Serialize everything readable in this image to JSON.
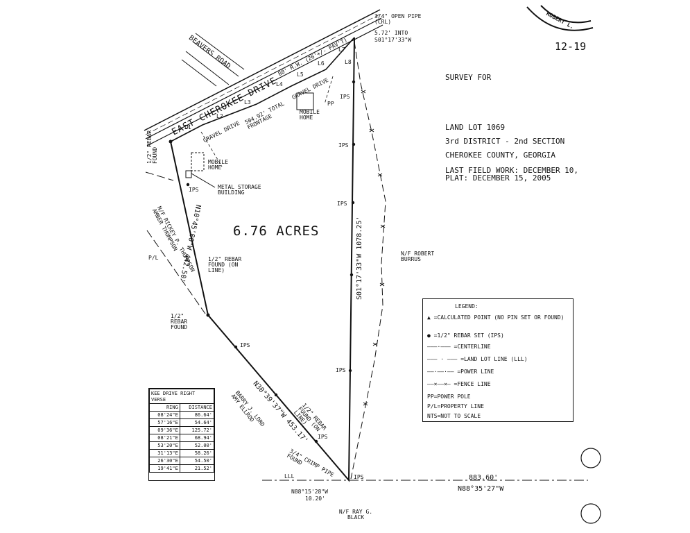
{
  "title_block": {
    "survey_for": "SURVEY FOR",
    "land_lot": "LAND LOT 1069",
    "district": "3rd DISTRICT - 2nd SECTION",
    "county": "CHEROKEE COUNTY, GEORGIA",
    "field_work": "LAST FIELD WORK: DECEMBER 10,",
    "plat_date": "PLAT: DECEMBER 15, 2005",
    "page_ref": "12-19",
    "seal_text": "ROBERT L."
  },
  "labels": {
    "road": "EAST CHEROKEE DRIVE",
    "row": "80' R.W. (26'+/- PAV'T)",
    "beavers": "BEAVERS ROAD",
    "acres": "6.76 ACRES",
    "frontage": "504.92' TOTAL FRONTAGE",
    "gravel_drive_1": "GRAVEL DRIVE",
    "gravel_drive_2": "GRAVEL DRIVE",
    "mobile_home_1": "MOBILE HOME",
    "mobile_home_2": "MOBILE HOME",
    "metal_storage": "METAL STORAGE BUILDING",
    "open_pipe": "3/4\" OPEN PIPE (CRL)",
    "intd": "5.72' INTO",
    "top_bearing": "S01°17'33\"W",
    "east_bearing": "S01°17'33\"W 1078.25'",
    "west_line": "N10°45'00\"W 442.50'",
    "se_line": "N30°39'37\"W 453.17'",
    "south_bearing": "N88°15'28\"W",
    "south_dist": "10.20'",
    "lll_dist": "883.60'",
    "lll_bearing": "N88°35'27\"W",
    "lll": "LLL",
    "adj_east": "N/F ROBERT BURRUS",
    "adj_south": "N/F RAY G. BLACK",
    "adj_west": "N/F RICKEY P. THOMPSON AMBER THOMPSON",
    "adj_sw": "BARRY J. LORD AMY ELLROD",
    "pl": "P/L",
    "pp": "PP",
    "rebar_nw": "1/2\" REBAR FOUND",
    "rebar_w": "1/2\" REBAR FOUND (ON LINE)",
    "rebar_sw": "1/2\" REBAR FOUND",
    "rebar_s": "1/2\" REBAR FOUND (ON LINE)",
    "crimp_pipe": "3/4\" CRIMP PIPE FOUND",
    "ips": "IPS",
    "l1": "L1",
    "l2": "L2",
    "l3": "L3",
    "l4": "L4",
    "l5": "L5",
    "l6": "L6",
    "l7": "L7",
    "l8": "L8"
  },
  "legend": {
    "title": "LEGEND:",
    "items": [
      "=CALCULATED POINT (NO PIN SET OR FOUND)",
      "=1/2\" REBAR SET (IPS)",
      "=CENTERLINE",
      "=LAND LOT LINE (LLL)",
      "=POWER LINE",
      "=FENCE LINE",
      "PP=POWER POLE",
      "P/L=PROPERTY LINE",
      "NTS=NOT TO SCALE"
    ]
  },
  "table": {
    "caption": "KEE DRIVE RIGHT VERSE",
    "headers": [
      "RING",
      "DISTANCE"
    ],
    "rows": [
      [
        "08'24\"E",
        "86.64'"
      ],
      [
        "57'16\"E",
        "54.64'"
      ],
      [
        "09'36\"E",
        "125.72'"
      ],
      [
        "08'21\"E",
        "68.94'"
      ],
      [
        "53'20\"E",
        "52.00'"
      ],
      [
        "31'13\"E",
        "58.26'"
      ],
      [
        "26'30\"E",
        "54.50'"
      ],
      [
        "19'41\"E",
        "21.52'"
      ]
    ]
  }
}
